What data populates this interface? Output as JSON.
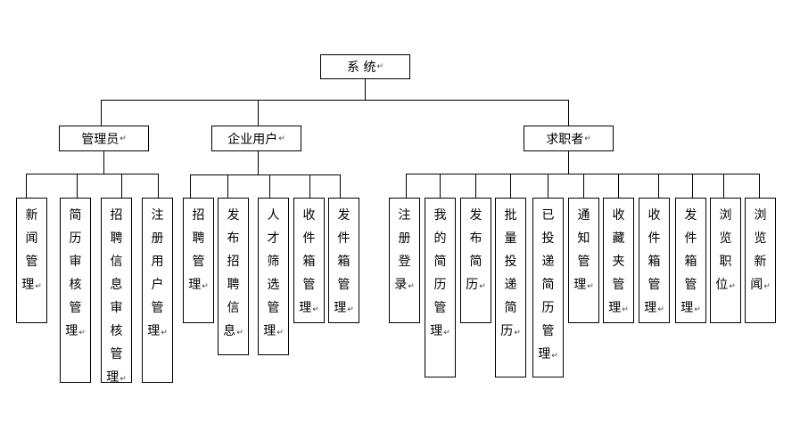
{
  "root": {
    "label": "系 统"
  },
  "branches": [
    {
      "label": "管理员",
      "children": [
        "新闻管理",
        "简历审核管理",
        "招聘信息审核管理",
        "注册用户管理"
      ]
    },
    {
      "label": "企业用户",
      "children": [
        "招聘管理",
        "发布招聘信息",
        "人才筛选管理",
        "收件箱管理",
        "发件箱管理"
      ]
    },
    {
      "label": "求职者",
      "children": [
        "注册登录",
        "我的简历管理",
        "发布简历",
        "批量投递简历",
        "已投递简历管理",
        "通知管理",
        "收藏夹管理",
        "收件箱管理",
        "发件箱管理",
        "浏览职位",
        "浏览新闻"
      ]
    }
  ],
  "paragraph_mark": "↵"
}
